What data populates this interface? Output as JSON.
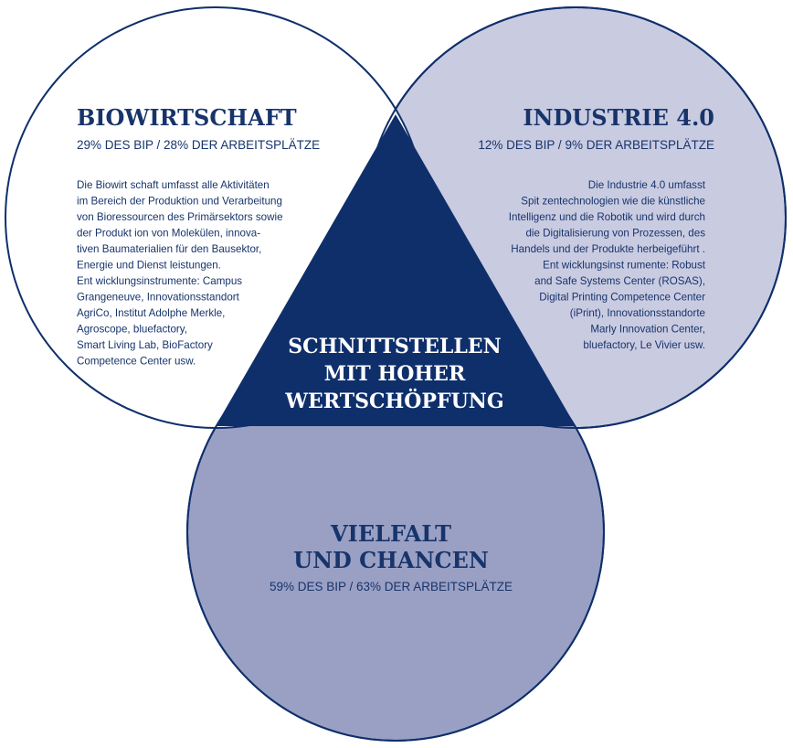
{
  "colors": {
    "navy": "#0f2f6b",
    "text_navy": "#17346b",
    "industrie_fill": "#c9cbe1",
    "vielfalt_fill": "#9aa0c4",
    "bio_fill": "#ffffff",
    "outline": "#0f2f6b"
  },
  "biowirtschaft": {
    "title": "BIOWIRTSCHAFT",
    "stats": "29% DES BIP /  28% DER ARBEITSPLÄTZE",
    "lines": [
      "Die Biowirt schaft  umfasst  alle Aktivitäten",
      "im Bereich der Produktion  und Verarbeitung",
      "von Bioressourcen des Primärsektors  sowie",
      "der Produkt ion von Molekülen, innova-",
      "tiven Baumaterialien für den Bausektor,",
      "Energie und Dienst leistungen.",
      "Ent wicklungsinstrumente:  Campus",
      "Grangeneuve, Innovationsstandort",
      "AgriCo, Institut  Adolphe Merkle,",
      "Agroscope, bluefactory,",
      "Smart  Living Lab, BioFactory",
      "Competence Center usw."
    ]
  },
  "industrie": {
    "title": "INDUSTRIE 4.0",
    "stats": "12% DES BIP /  9% DER ARBEITSPLÄTZE",
    "lines": [
      "Die Industrie 4.0 umfasst",
      "Spit zentechnologien wie die künstliche",
      "Intelligenz und die Robotik und wird durch",
      "die Digitalisierung  von Prozessen, des",
      "Handels und der Produkte herbeigeführt .",
      "Ent wicklungsinst rumente:  Robust",
      "and Safe Systems Center  (ROSAS),",
      "Digital Printing Competence Center",
      "(iPrint), Innovationsstandorte",
      "Marly Innovation Center,",
      "bluefactory,  Le Vivier usw."
    ]
  },
  "center": {
    "lines": [
      "SCHNITTSTELLEN",
      "MIT HOHER",
      "WERTSCHÖPFUNG"
    ]
  },
  "vielfalt": {
    "title_lines": [
      "VIELFALT",
      "UND CHANCEN"
    ],
    "stats": "59% DES BIP /  63% DER ARBEITSPLÄTZE"
  }
}
